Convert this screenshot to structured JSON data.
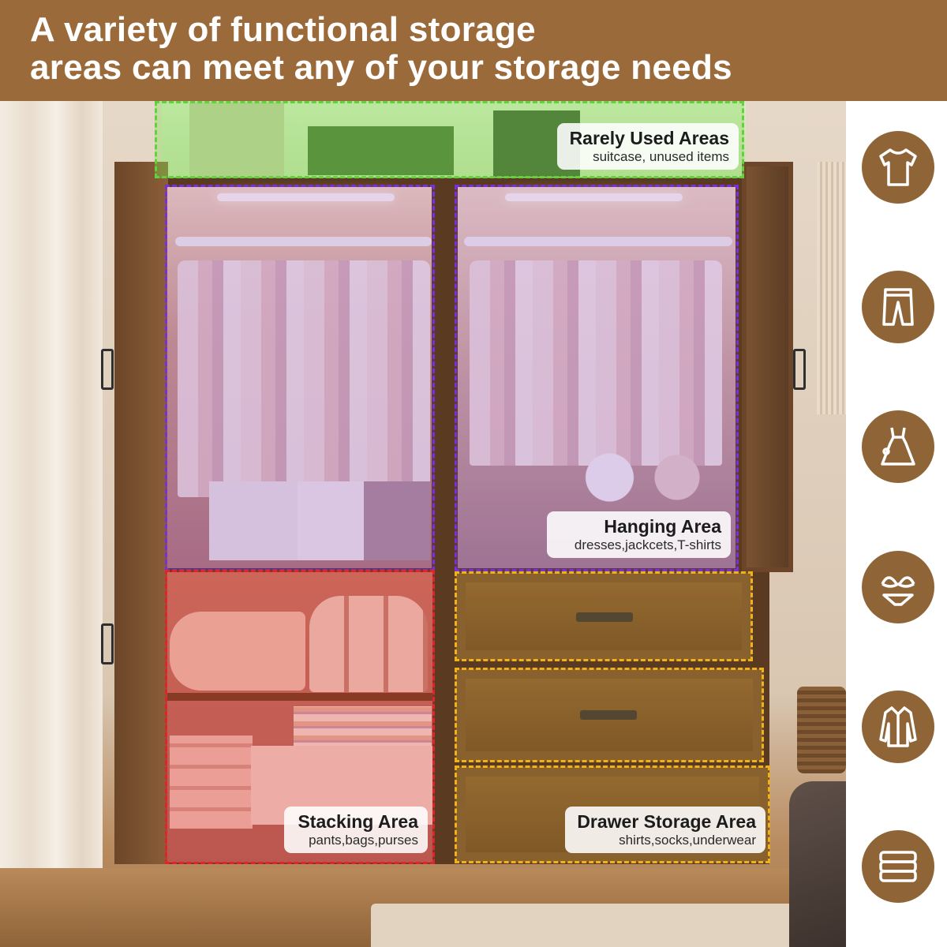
{
  "headline": {
    "line1": "A variety of functional storage",
    "line2": "areas can meet any of your storage needs"
  },
  "colors": {
    "header_bg": "#9b6a3a",
    "icon_bg": "#8f6538",
    "rarely_used_border": "#5fd33a",
    "hanging_border": "#7a2fd8",
    "stacking_border": "#e0232d",
    "drawer_border": "#f0b21a"
  },
  "areas": {
    "rarely_used": {
      "title": "Rarely Used Areas",
      "subtitle": "suitcase, unused items"
    },
    "hanging": {
      "title": "Hanging Area",
      "subtitle": "dresses,jackcets,T-shirts"
    },
    "stacking": {
      "title": "Stacking Area",
      "subtitle": "pants,bags,purses"
    },
    "drawer": {
      "title": "Drawer Storage Area",
      "subtitle": "shirts,socks,underwear"
    }
  },
  "icons": [
    "tshirt-icon",
    "pants-icon",
    "dress-icon",
    "underwear-icon",
    "long-sleeve-shirt-icon",
    "folded-clothes-icon"
  ]
}
